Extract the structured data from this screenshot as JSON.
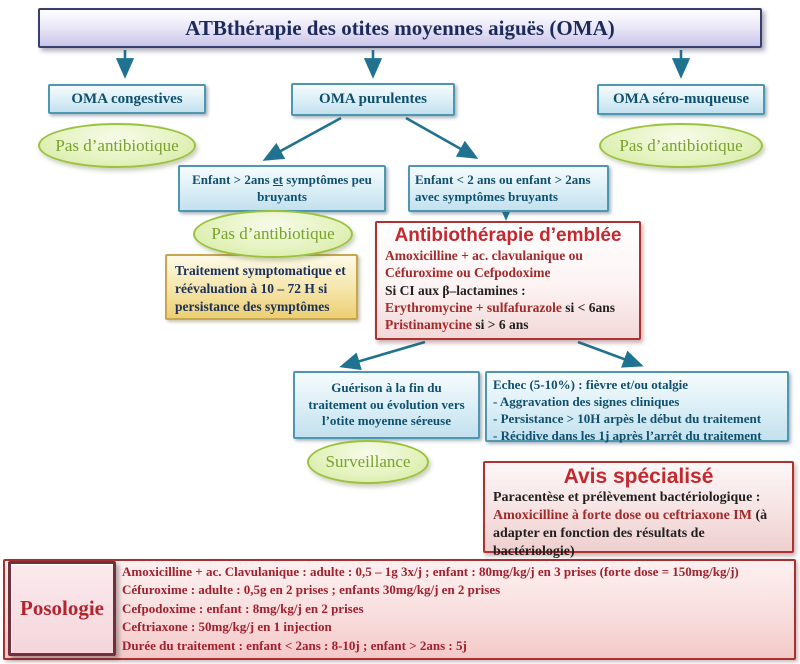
{
  "title": "ATBthérapie des otites moyennes aiguës (OMA)",
  "branches": {
    "congestives": {
      "label": "OMA congestives"
    },
    "purulentes": {
      "label": "OMA purulentes"
    },
    "sero_muqueuse": {
      "label": "OMA séro-muqueuse"
    }
  },
  "outcomes": {
    "no_antibiotic_left": "Pas d’antibiotique",
    "no_antibiotic_middle": "Pas d’antibiotique",
    "no_antibiotic_right": "Pas d’antibiotique",
    "surveillance": "Surveillance"
  },
  "child_mild": {
    "pre": "Enfant > 2ans ",
    "conj": "et",
    "post": " symptômes peu bruyants"
  },
  "child_severe": {
    "pre": "Enfant < 2 ans ",
    "conj": "ou",
    "post": " enfant > 2ans avec symptômes bruyants"
  },
  "symptomatic_box": {
    "text": "Traitement symptomatique et réévaluation à 10 – 72 H si persistance des symptômes"
  },
  "antibiotherapie": {
    "title": "Antibiothérapie d’emblée",
    "line1": "Amoxicilline + ac. clavulanique ou",
    "line2": "Céfuroxime ou Cefpodoxime",
    "line3": "Si CI aux β–lactamines :",
    "line4_drug": "Erythromycine + sulfafurazole",
    "line4_cond": " si < 6ans",
    "line5_drug": "Pristinamycine",
    "line5_cond": " si > 6 ans"
  },
  "guerison_box": {
    "text": "Guérison à la fin du traitement ou évolution vers l’otite moyenne séreuse"
  },
  "echec_box": {
    "line1": "Echec (5-10%) : fièvre et/ou otalgie",
    "line2": "- Aggravation des signes cliniques",
    "line3": "- Persistance > 10H arpès le début du traitement",
    "line4": "- Récidive dans les 1j après l’arrêt du traitement"
  },
  "avis": {
    "title": "Avis spécialisé",
    "line1": "Paracentèse et prélèvement bactériologique :",
    "line2_drug": "Amoxicilline à forte dose ou ceftriaxone IM",
    "line2_rest": " (à adapter en fonction des résultats de bactériologie)"
  },
  "posologie": {
    "label": "Posologie",
    "lines": [
      "Amoxicilline + ac. Clavulanique : adulte : 0,5 – 1g 3x/j ; enfant : 80mg/kg/j en 3 prises (forte dose = 150mg/kg/j)",
      "Céfuroxime : adulte : 0,5g en 2 prises ; enfants 30mg/kg/j en 2 prises",
      "Cefpodoxime : enfant : 8mg/kg/j en 2 prises",
      "Ceftriaxone : 50mg/kg/j en 1 injection",
      "Durée du traitement : enfant < 2ans : 8-10j ; enfant > 2ans : 5j"
    ]
  },
  "colors": {
    "arrow_teal": "#1f7390",
    "box_blue_border": "#4f96b0",
    "box_red_border": "#ad3333",
    "title_navy": "#1c2b5a",
    "ellipse_green": "#9cc13e",
    "accent_red": "#c5292f",
    "maroon": "#a3292b"
  }
}
